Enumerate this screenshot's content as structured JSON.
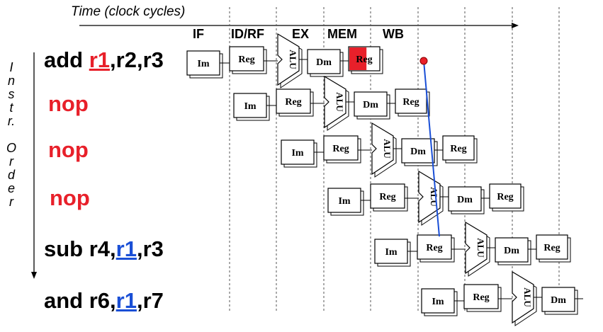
{
  "time_axis": {
    "label": "Time (clock cycles)"
  },
  "stages": [
    "IF",
    "ID/RF",
    "EX",
    "MEM",
    "WB"
  ],
  "order_label": [
    "I",
    "n",
    "s",
    "t",
    "r.",
    "",
    "O",
    "r",
    "d",
    "e",
    "r"
  ],
  "instructions": [
    {
      "parts": [
        {
          "text": "add ",
          "style": "plain"
        },
        {
          "text": "r1",
          "style": "reg-red"
        },
        {
          "text": ",r2,r3",
          "style": "plain"
        }
      ]
    },
    {
      "parts": [
        {
          "text": "nop",
          "style": "red"
        }
      ]
    },
    {
      "parts": [
        {
          "text": "nop",
          "style": "red"
        }
      ]
    },
    {
      "parts": [
        {
          "text": "nop",
          "style": "red"
        }
      ]
    },
    {
      "parts": [
        {
          "text": "sub r4,",
          "style": "plain"
        },
        {
          "text": "r1",
          "style": "reg-blue"
        },
        {
          "text": ",r3",
          "style": "plain"
        }
      ]
    },
    {
      "parts": [
        {
          "text": "and r6,",
          "style": "plain"
        },
        {
          "text": "r1",
          "style": "reg-blue"
        },
        {
          "text": ",r7",
          "style": "plain"
        }
      ]
    }
  ],
  "pipeline_units": {
    "im": "Im",
    "reg": "Reg",
    "alu": "ALU",
    "dm": "Dm"
  },
  "colors": {
    "writeback_highlight": "#e8202a",
    "forward_line": "#1a4fd6",
    "write_dot": "#e8202a"
  }
}
